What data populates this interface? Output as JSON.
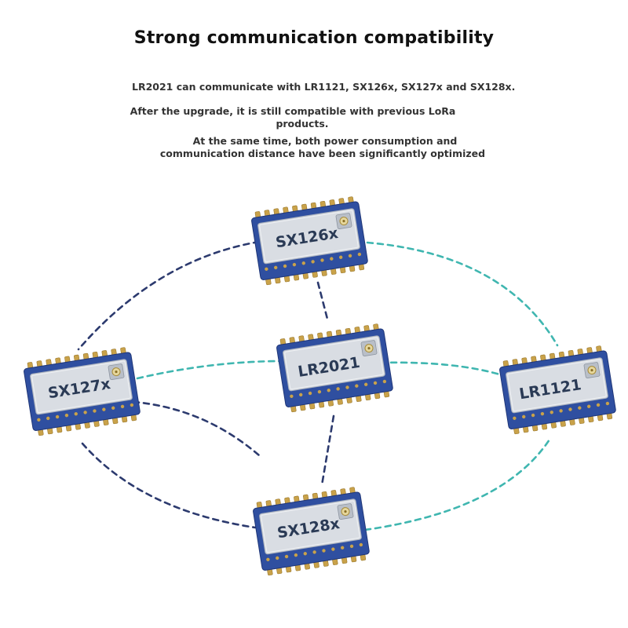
{
  "header": {
    "title": "Strong communication compatibility",
    "lines": [
      "LR2021 can communicate with LR1121, SX126x, SX127x and SX128x.",
      "After the upgrade, it is still compatible with previous LoRa",
      "products.",
      "At the same time, both power consumption and",
      "communication distance have been significantly optimized"
    ]
  },
  "modules": {
    "top": "SX126x",
    "left": "SX127x",
    "center": "LR2021",
    "right": "LR1121",
    "bottom": "SX128x"
  },
  "colors": {
    "teal_link": "#3fb6b0",
    "navy_link": "#2c3a6e",
    "pcb_blue": "#2f4fa0",
    "pad_gold": "#c9a24a",
    "shield_silver": "#d9dde3"
  }
}
